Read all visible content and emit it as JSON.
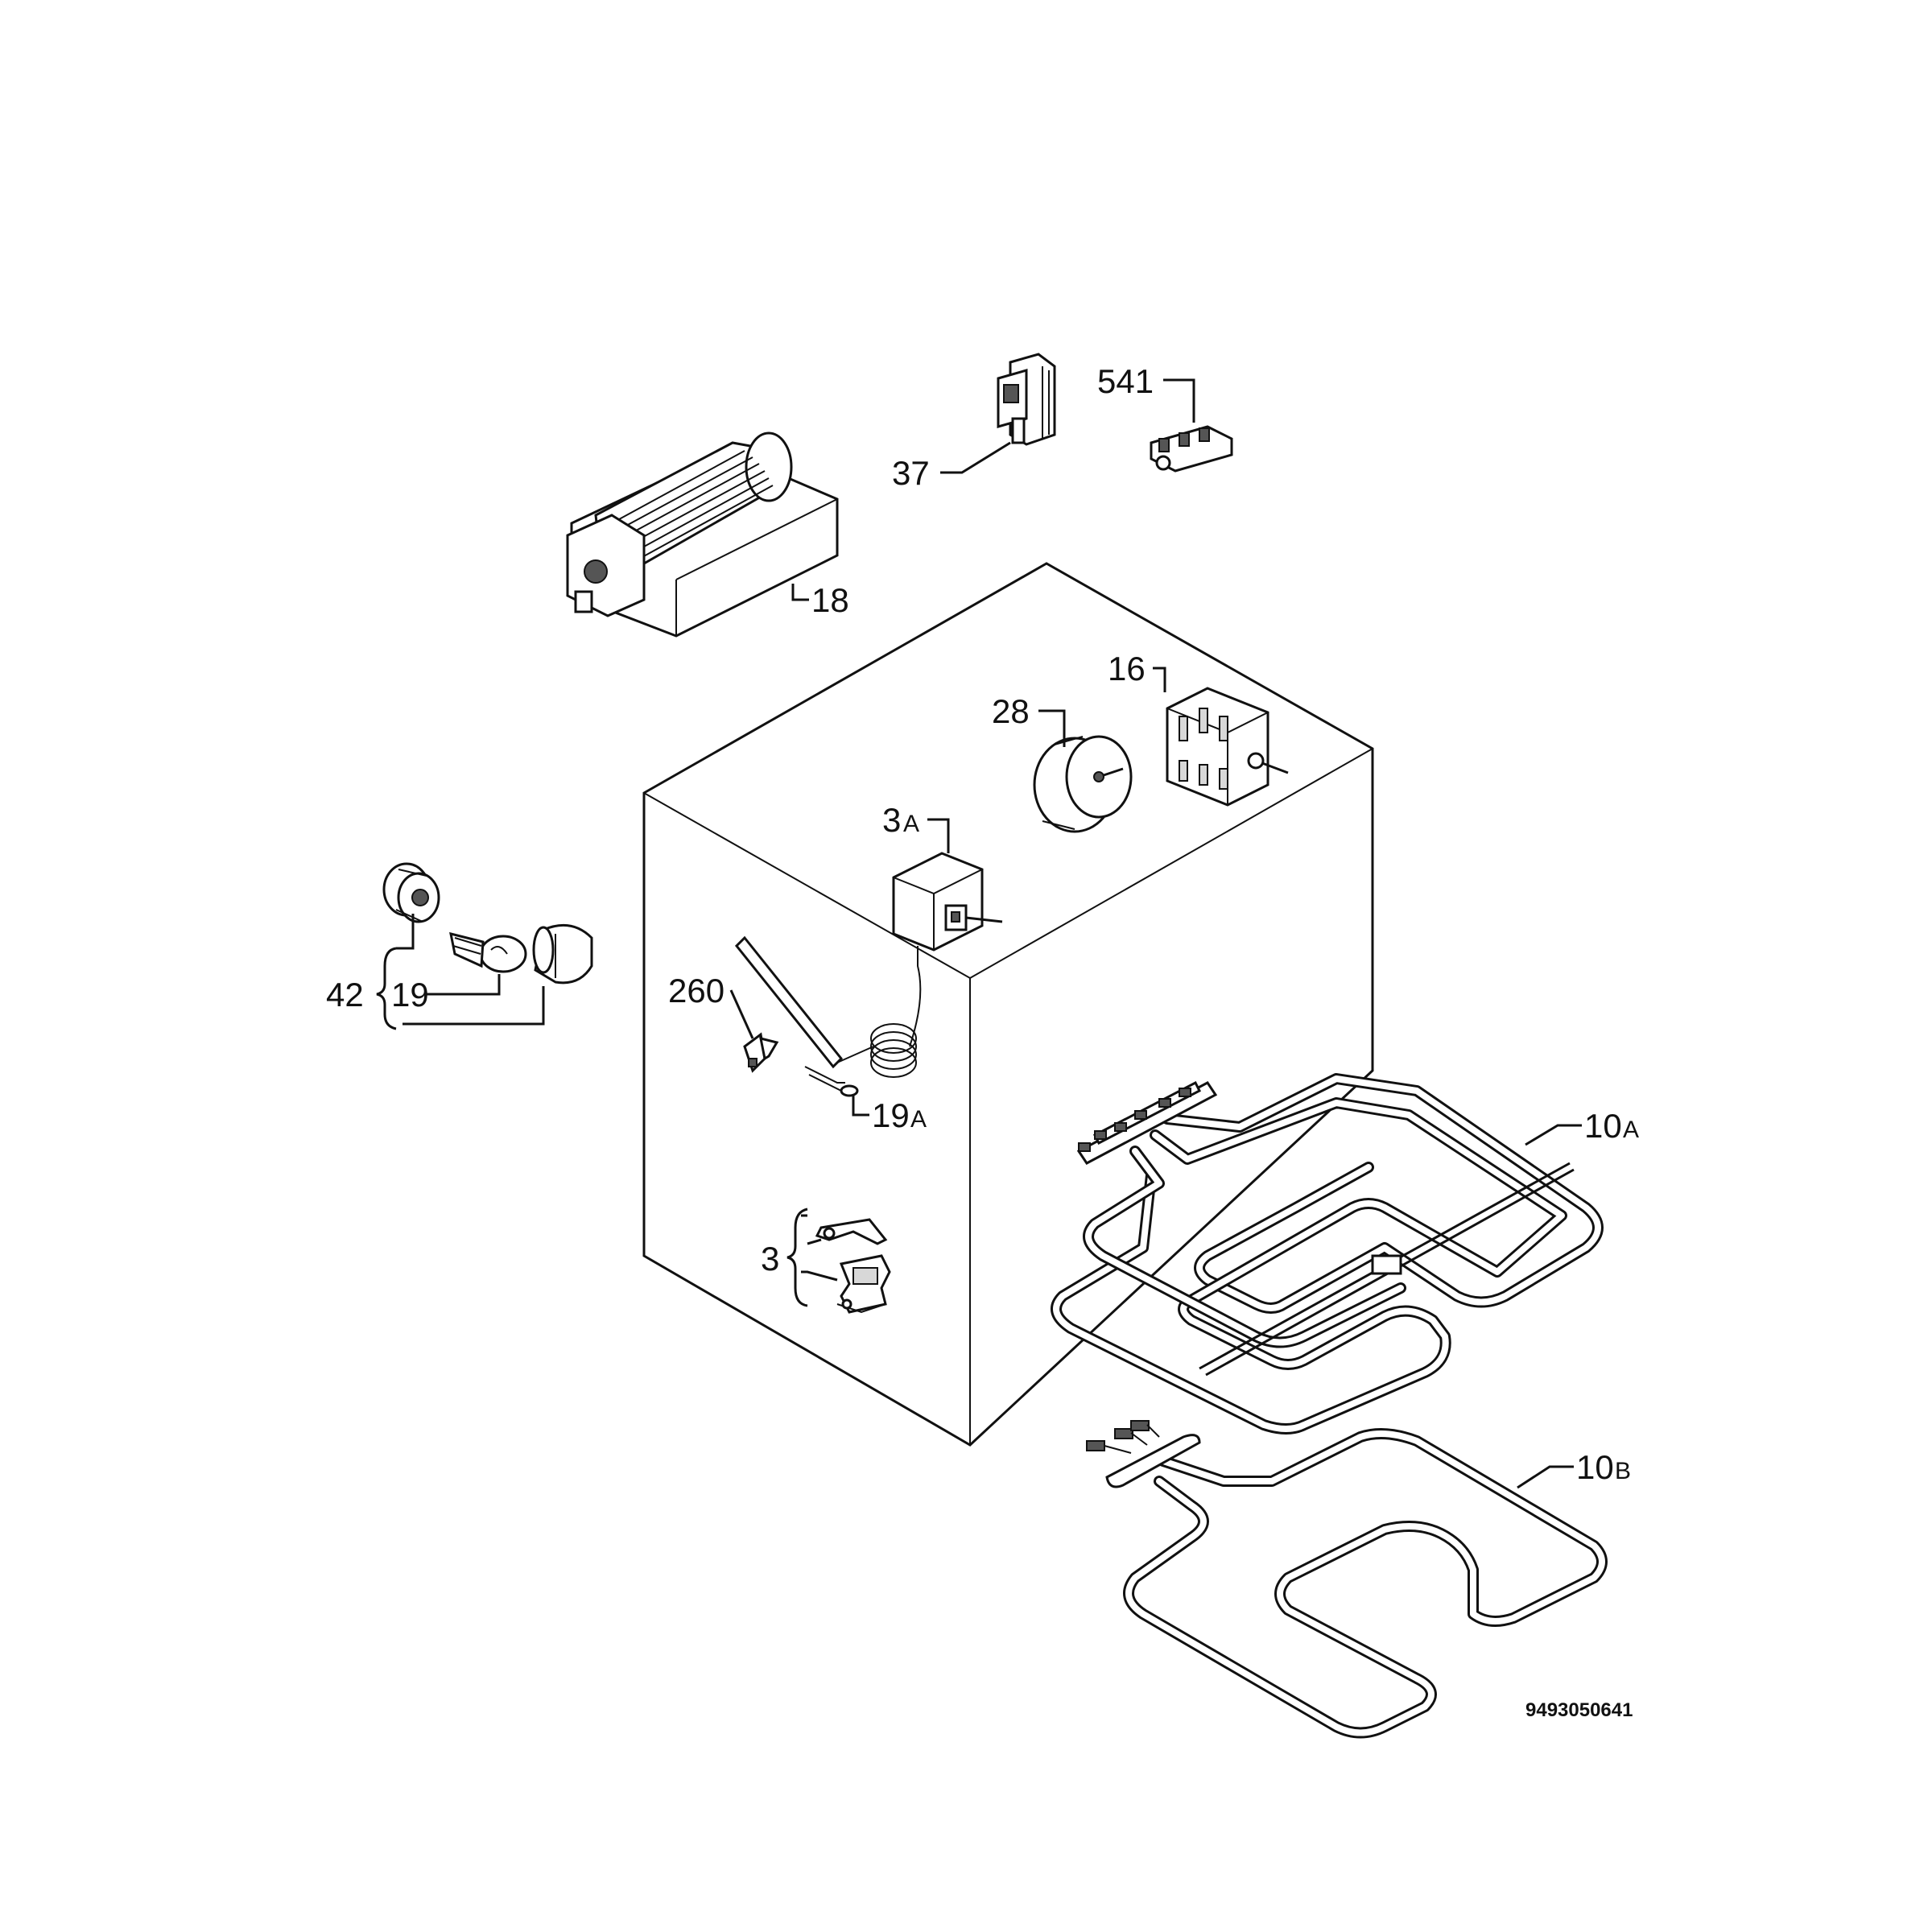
{
  "labels": {
    "p541": "541",
    "p37": "37",
    "p18": "18",
    "p16": "16",
    "p28": "28",
    "p3a_num": "3",
    "p3a_suffix": "A",
    "p42": "42",
    "p19": "19",
    "p260": "260",
    "p19a_num": "19",
    "p19a_suffix": "A",
    "p10a_num": "10",
    "p10a_suffix": "A",
    "p3": "3",
    "p10b_num": "10",
    "p10b_suffix": "B"
  },
  "diagram_code": "9493050641"
}
